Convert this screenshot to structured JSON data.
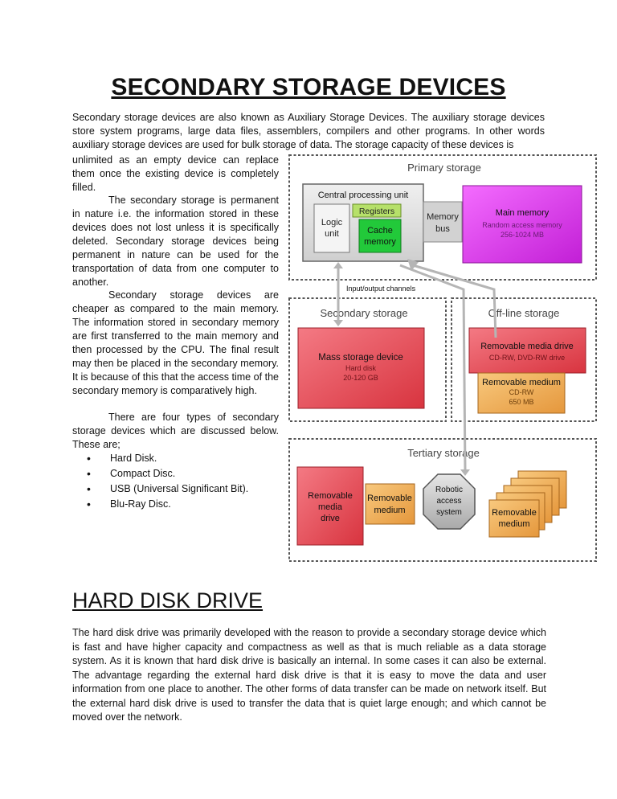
{
  "title": "SECONDARY STORAGE  DEVICES",
  "intro": "Secondary storage devices are also known as Auxiliary Storage Devices.  The auxiliary storage devices store system programs, large data files, assemblers, compilers and other programs. In other words auxiliary storage devices are used for bulk storage of data. The storage capacity of these devices is",
  "col_p1": "unlimited as an empty device can replace them once the existing device is completely filled.",
  "col_p2": "The secondary storage is permanent in nature i.e. the information stored in these devices does not lost unless it is specifically deleted. Secondary storage devices being permanent in nature can be used for the transportation of data from one computer to another.",
  "col_p3": "Secondary storage devices are cheaper as compared to the main memory. The information stored in secondary memory are first transferred to the main memory and then processed by the CPU. The final result may then be placed in the secondary memory. It is because of this that the access time of the secondary memory is comparatively high.",
  "col_p4": "There are four types of secondary storage devices which are discussed below. These are;",
  "bullets": [
    "Hard Disk.",
    "Compact Disc.",
    "USB (Universal Significant Bit).",
    "Blu-Ray Disc."
  ],
  "diagram": {
    "primary_storage": "Primary storage",
    "cpu": "Central processing unit",
    "registers": "Registers",
    "logic_1": "Logic",
    "logic_2": "unit",
    "cache_1": "Cache",
    "cache_2": "memory",
    "membus_1": "Memory",
    "membus_2": "bus",
    "main_memory": "Main memory",
    "main_memory_sub": "Random access memory",
    "main_memory_size": "256-1024 MB",
    "io_channels": "Input/output channels",
    "secondary_storage": "Secondary storage",
    "mass_storage": "Mass storage device",
    "hard_disk": "Hard disk",
    "hard_disk_size": "20-120 GB",
    "offline_storage": "Off-line storage",
    "removable_drive": "Removable media drive",
    "removable_drive_sub": "CD-RW, DVD-RW drive",
    "removable_medium": "Removable medium",
    "removable_medium_sub": "CD-RW",
    "removable_medium_size": "650 MB",
    "tertiary_storage": "Tertiary storage",
    "t_drive_1": "Removable",
    "t_drive_2": "media",
    "t_drive_3": "drive",
    "t_medium_1": "Removable",
    "t_medium_2": "medium",
    "robotic_1": "Robotic",
    "robotic_2": "access",
    "robotic_3": "system",
    "t_stack_1": "Removable",
    "t_stack_2": "medium",
    "colors": {
      "main_memory": "#e040fb",
      "mass_storage": "#e84a5f",
      "removable": "#f2b15a",
      "cache": "#22c93a",
      "registers": "#b6e06a",
      "cpu_bg": "#dcdcdc"
    }
  },
  "hdd_heading": "HARD DISK DRIVE",
  "hdd_text": "The hard disk drive was primarily developed with the reason to provide a secondary storage device which is fast and have higher capacity and compactness as well as that is much reliable as a data storage system. As it is known that hard disk drive is basically an internal. In some cases it can also be external. The advantage regarding the external hard disk drive is that it is easy to move the data and user information from one place to another. The other forms of data transfer can be made on network itself. But the external hard disk drive is used to transfer the data that is quiet large enough; and which cannot be moved over the network."
}
